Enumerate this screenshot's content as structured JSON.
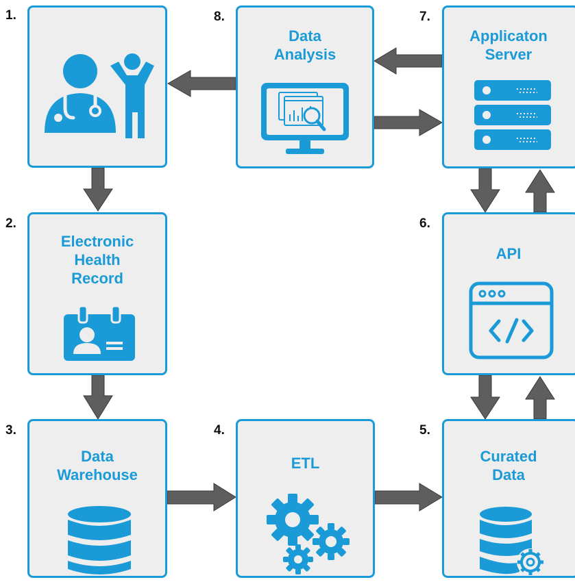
{
  "colors": {
    "accent": "#1a9ad6",
    "box_fill": "#eeeeee",
    "arrow": "#5e5e5e"
  },
  "steps": [
    {
      "number": "1.",
      "title": "",
      "icon": "doctor-patient-icon"
    },
    {
      "number": "2.",
      "title": "Electronic Health Record",
      "title_lines": [
        "Electronic",
        "Health",
        "Record"
      ],
      "icon": "id-badge-icon"
    },
    {
      "number": "3.",
      "title": "Data Warehouse",
      "title_lines": [
        "Data",
        "Warehouse"
      ],
      "icon": "database-icon"
    },
    {
      "number": "4.",
      "title": "ETL",
      "title_lines": [
        "ETL"
      ],
      "icon": "gears-icon"
    },
    {
      "number": "5.",
      "title": "Curated Data",
      "title_lines": [
        "Curated",
        "Data"
      ],
      "icon": "database-gear-icon"
    },
    {
      "number": "6.",
      "title": "API",
      "title_lines": [
        "API"
      ],
      "icon": "code-window-icon"
    },
    {
      "number": "7.",
      "title": "Applicaton Server",
      "title_lines": [
        "Applicaton",
        "Server"
      ],
      "icon": "server-icon"
    },
    {
      "number": "8.",
      "title": "Data Analysis",
      "title_lines": [
        "Data",
        "Analysis"
      ],
      "icon": "monitor-analytics-icon"
    }
  ]
}
